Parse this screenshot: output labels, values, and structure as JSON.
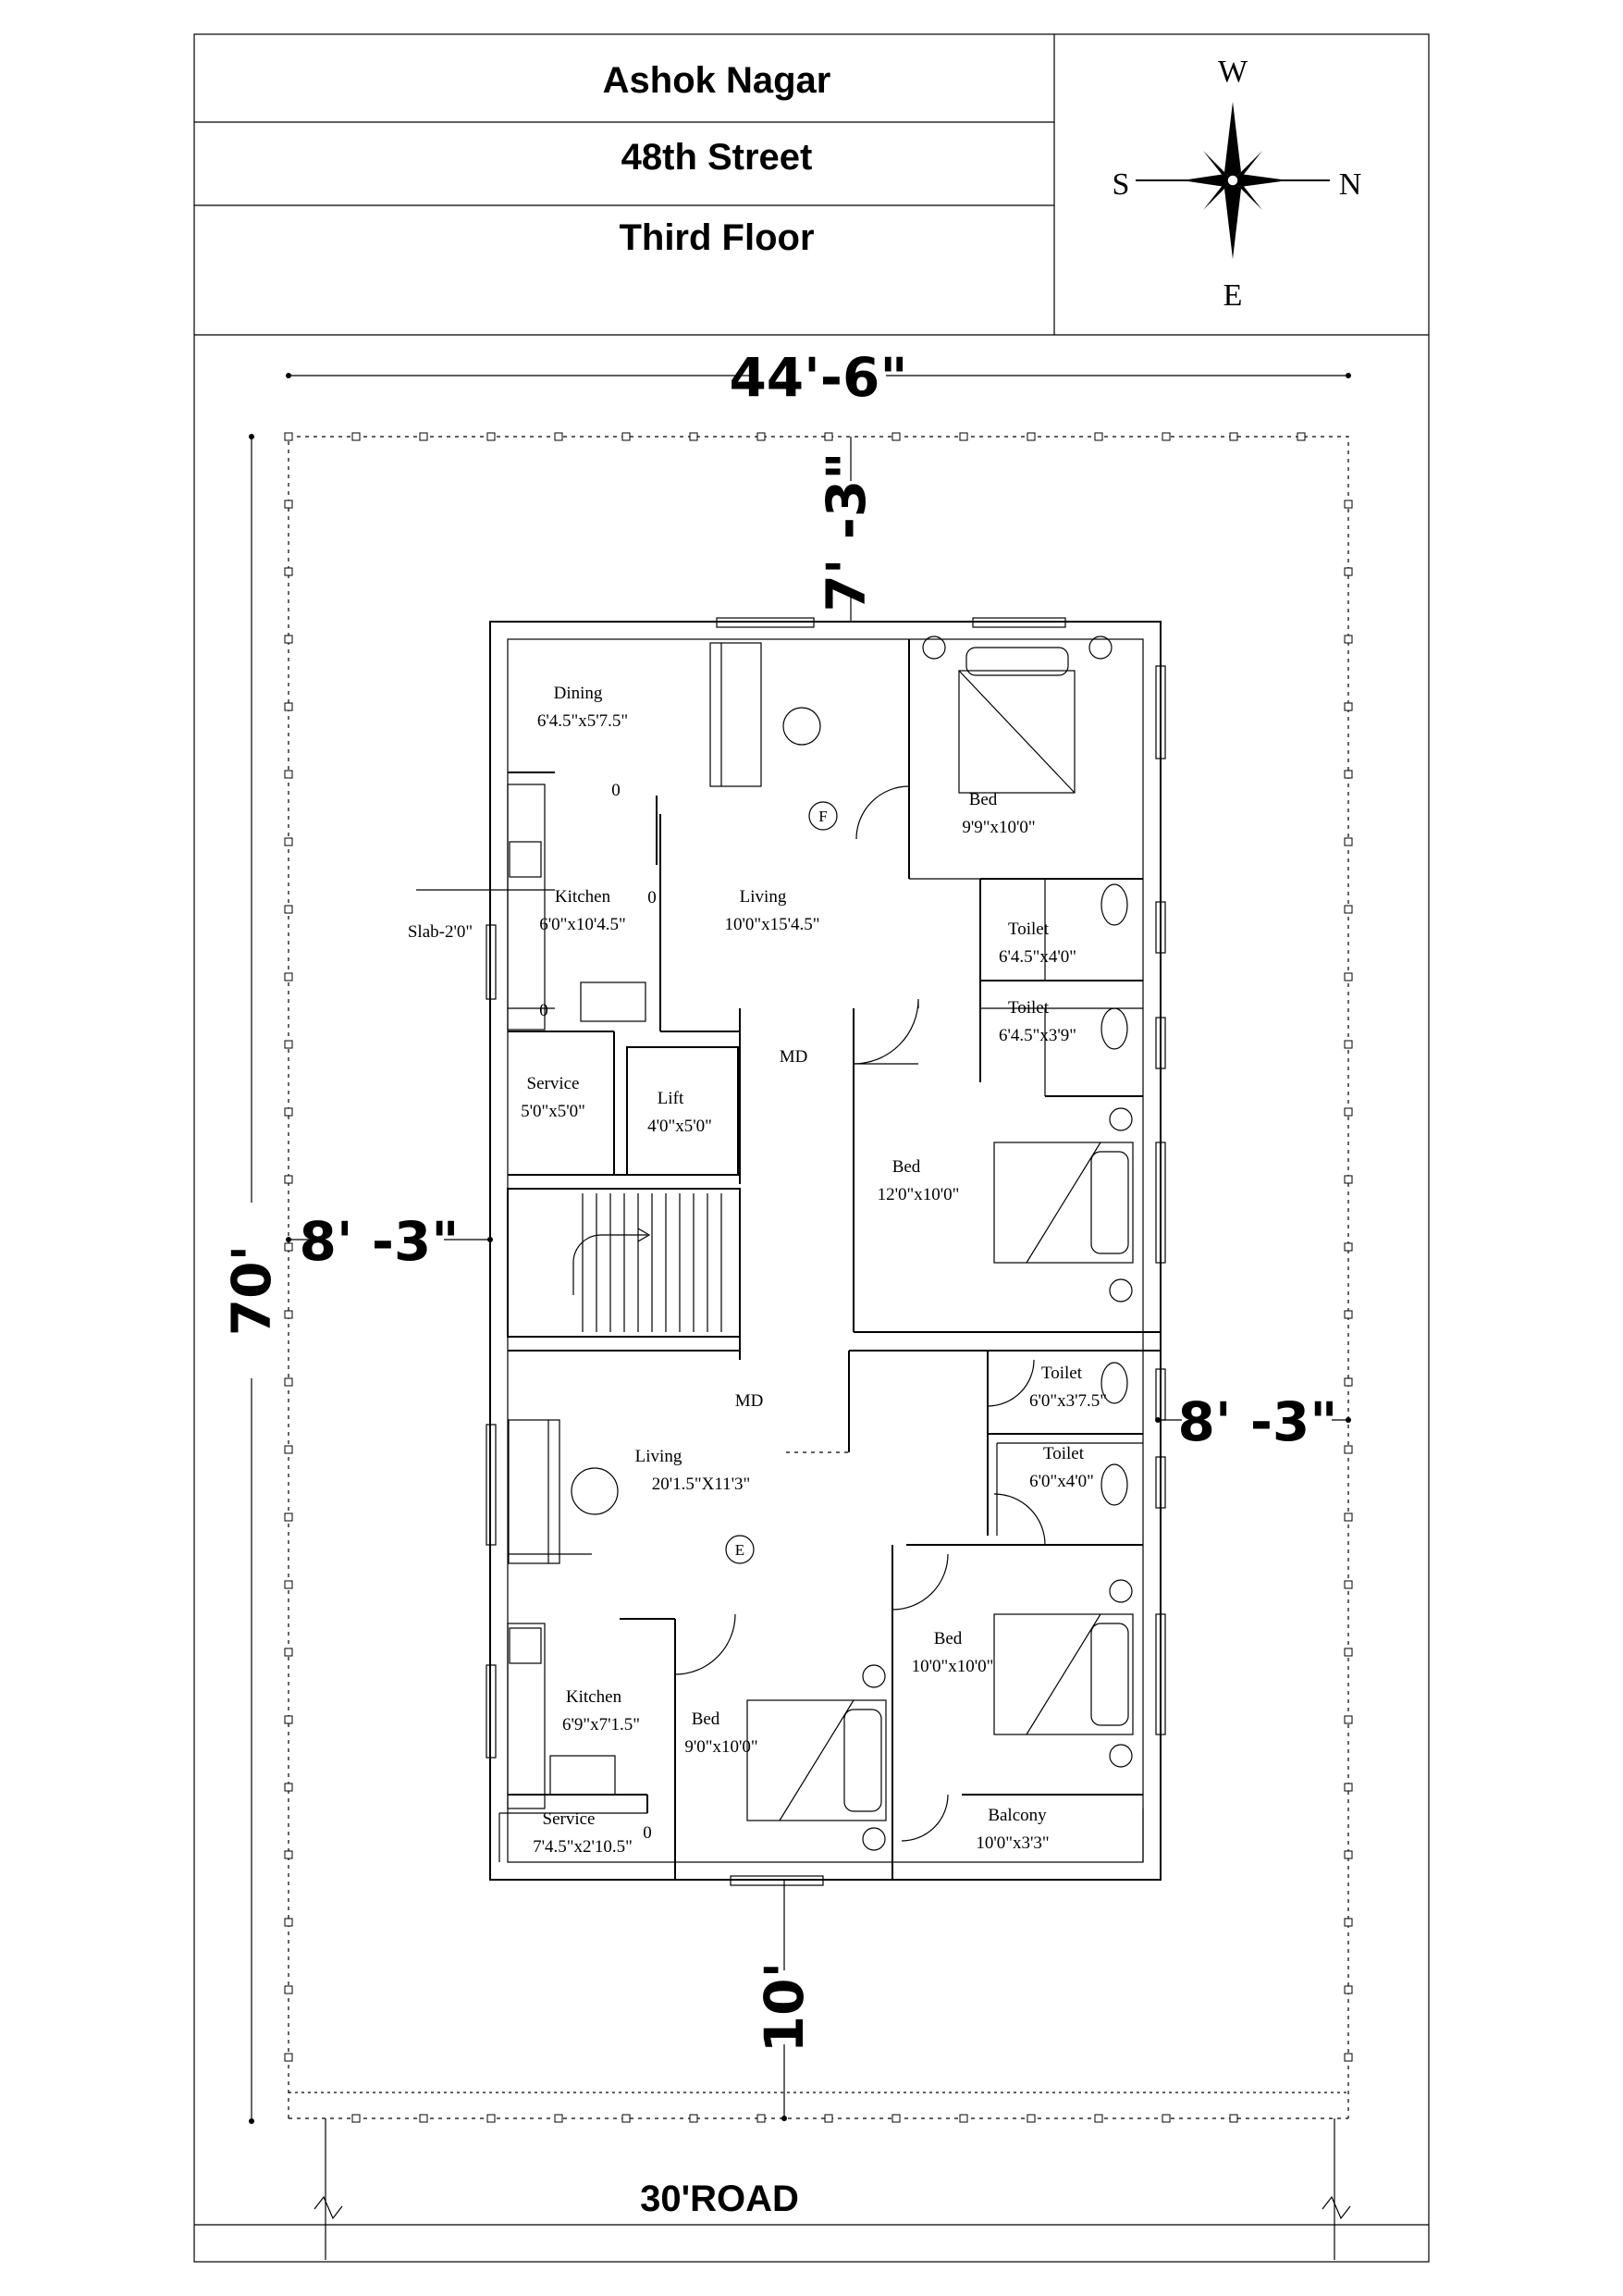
{
  "title_block": {
    "line1": "Ashok Nagar",
    "line2": "48th Street",
    "line3": "Third  Floor"
  },
  "compass": {
    "north": "N",
    "south": "S",
    "east": "E",
    "west": "W"
  },
  "dimensions": {
    "plot_width": "44'-6\"",
    "plot_length": "70'",
    "top_setback": "7' -3\"",
    "left_setback": "8' -3\"",
    "right_setback": "8' -3\"",
    "bottom_setback": "10'"
  },
  "road": "30'ROAD",
  "rooms": {
    "dining": {
      "name": "Dining",
      "size": "6'4.5\"x5'7.5\""
    },
    "kitchen1": {
      "name": "Kitchen",
      "size": "6'0\"x10'4.5\""
    },
    "living1": {
      "name": "Living",
      "size": "10'0\"x15'4.5\""
    },
    "bed1": {
      "name": "Bed",
      "size": "9'9\"x10'0\""
    },
    "toilet1": {
      "name": "Toilet",
      "size": "6'4.5\"x4'0\""
    },
    "toilet2": {
      "name": "Toilet",
      "size": "6'4.5\"x3'9\""
    },
    "service1": {
      "name": "Service",
      "size": "5'0\"x5'0\""
    },
    "lift": {
      "name": "Lift",
      "size": "4'0\"x5'0\""
    },
    "bed2": {
      "name": "Bed",
      "size": "12'0\"x10'0\""
    },
    "toilet3": {
      "name": "Toilet",
      "size": "6'0\"x3'7.5\""
    },
    "toilet4": {
      "name": "Toilet",
      "size": "6'0\"x4'0\""
    },
    "living2": {
      "name": "Living",
      "size": "20'1.5\"X11'3\""
    },
    "kitchen2": {
      "name": "Kitchen",
      "size": "6'9\"x7'1.5\""
    },
    "bed3": {
      "name": "Bed",
      "size": "10'0\"x10'0\""
    },
    "bed4": {
      "name": "Bed",
      "size": "9'0\"x10'0\""
    },
    "service2": {
      "name": "Service",
      "size": "7'4.5\"x2'10.5\""
    },
    "balcony": {
      "name": "Balcony",
      "size": "10'0\"x3'3\""
    }
  },
  "markers": {
    "slab": "Slab-2'0\"",
    "md1": "MD",
    "md2": "MD",
    "fridge": "F",
    "entry": "E",
    "o": "0"
  }
}
